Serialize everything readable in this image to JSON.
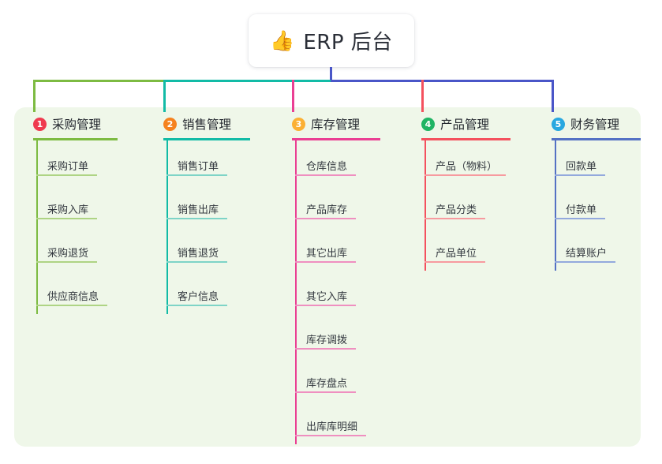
{
  "root": {
    "emoji": "👍",
    "icon_name": "thumbs-up-emoji",
    "title": "ERP 后台"
  },
  "theme": {
    "board_bg": "#eff7e9",
    "page_bg": "#ffffff",
    "trunk_color": "#4a56c8",
    "text_color": "#24282f"
  },
  "connectors": {
    "trunk_color": "#4a56c8",
    "segments": [
      {
        "name": "seg-green",
        "color": "#7dbb42"
      },
      {
        "name": "seg-teal",
        "color": "#12bba6"
      },
      {
        "name": "seg-blue",
        "color": "#4a56c8"
      }
    ]
  },
  "columns": [
    {
      "index": "1",
      "title": "采购管理",
      "badge_color": "#ef3a4f",
      "line_color": "#7dbb42",
      "item_line_color": "#aed484",
      "items": [
        "采购订单",
        "采购入库",
        "采购退货",
        "供应商信息"
      ]
    },
    {
      "index": "2",
      "title": "销售管理",
      "badge_color": "#f5821f",
      "line_color": "#12bba6",
      "item_line_color": "#7ed4c7",
      "items": [
        "销售订单",
        "销售出库",
        "销售退货",
        "客户信息"
      ]
    },
    {
      "index": "3",
      "title": "库存管理",
      "badge_color": "#fbb034",
      "line_color": "#ea3f93",
      "item_line_color": "#ef8fc0",
      "items": [
        "仓库信息",
        "产品库存",
        "其它出库",
        "其它入库",
        "库存调拨",
        "库存盘点",
        "出库库明细"
      ]
    },
    {
      "index": "4",
      "title": "产品管理",
      "badge_color": "#20b464",
      "line_color": "#f4515e",
      "item_line_color": "#f79a9f",
      "items": [
        "产品（物料）",
        "产品分类",
        "产品单位"
      ]
    },
    {
      "index": "5",
      "title": "财务管理",
      "badge_color": "#29a8e0",
      "line_color": "#5471c4",
      "item_line_color": "#93a9dd",
      "items": [
        "回款单",
        "付款单",
        "结算账户"
      ]
    }
  ]
}
